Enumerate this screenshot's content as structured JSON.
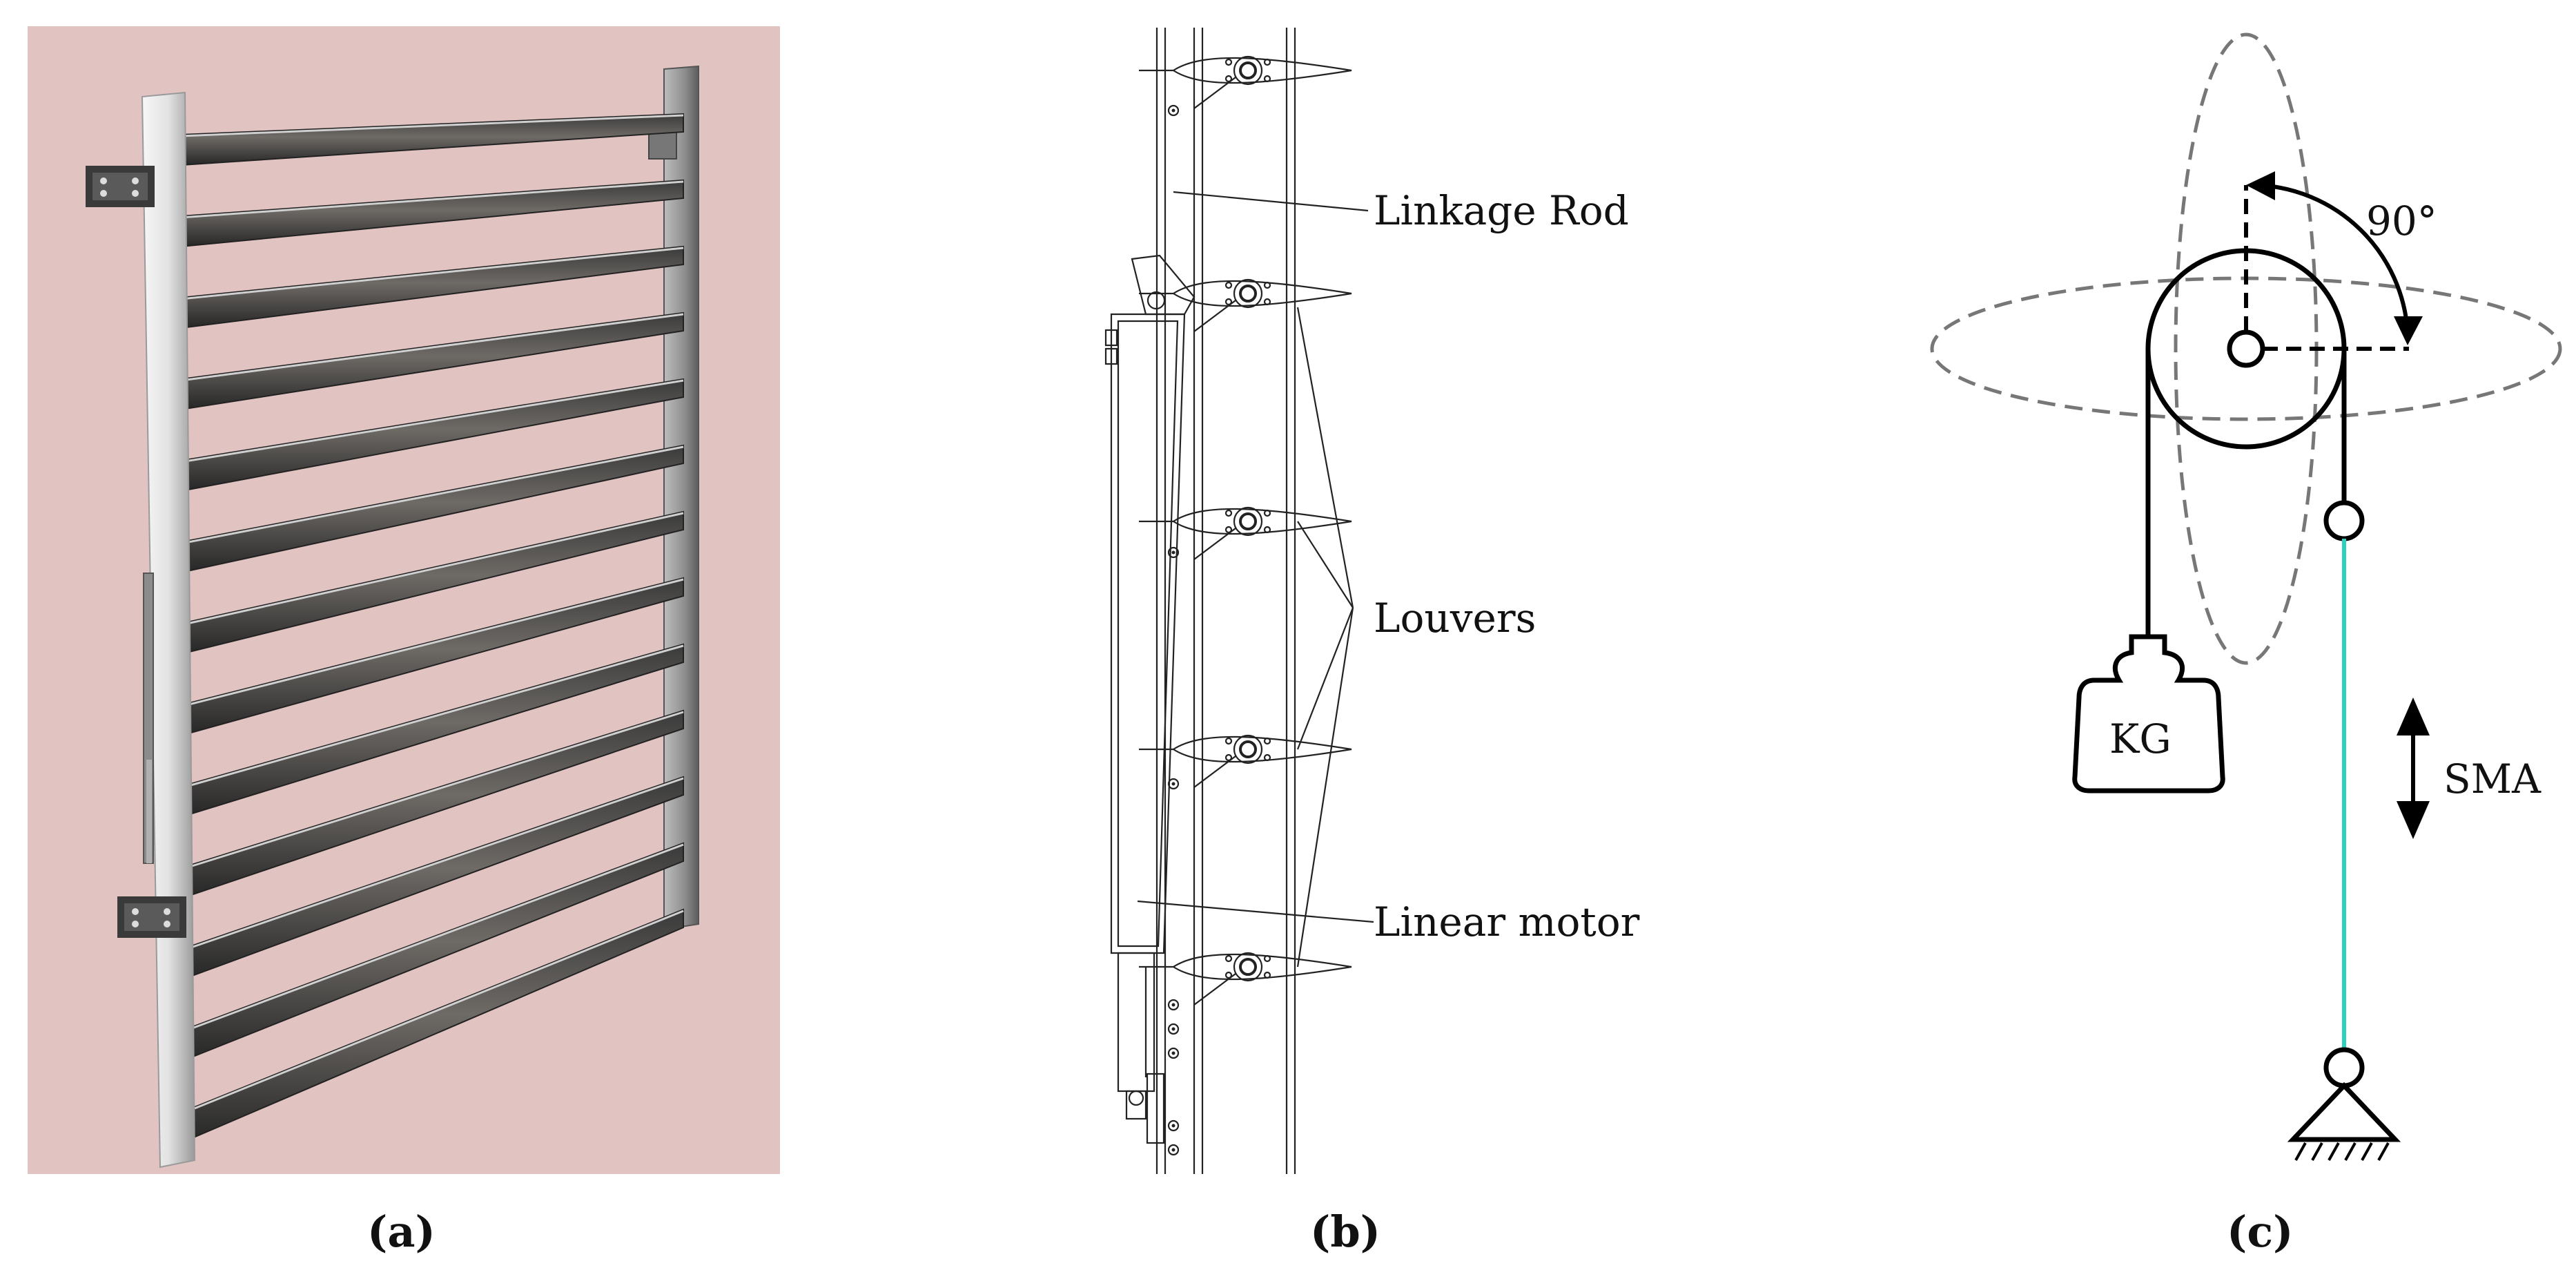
{
  "panels": {
    "a": {
      "caption": "(a)"
    },
    "b": {
      "caption": "(b)",
      "labels": {
        "linkage_rod": "Linkage Rod",
        "louvers": "Louvers",
        "linear_motor": "Linear motor"
      }
    },
    "c": {
      "caption": "(c)",
      "angle_label": "90°",
      "weight_label": "KG",
      "actuator_label": "SMA"
    }
  },
  "colors": {
    "background_a": "#e1c3c2",
    "sma_wire": "#2fd0c0",
    "dashed_outline": "#777777"
  }
}
